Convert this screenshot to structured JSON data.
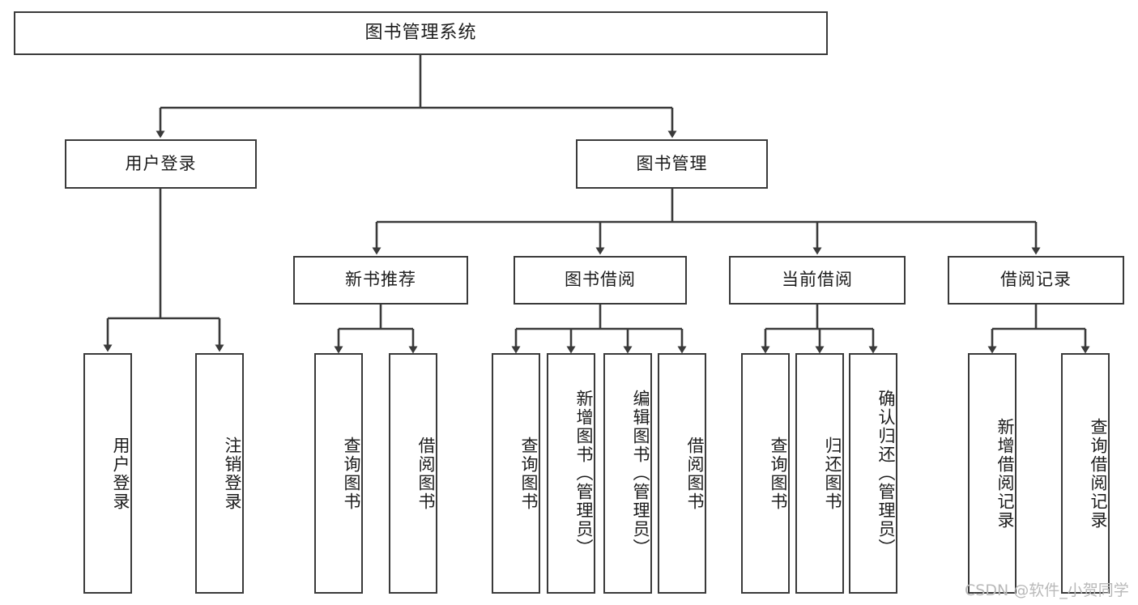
{
  "diagram": {
    "title": "图书管理系统",
    "watermark": "CSDN @软件_小贺同学",
    "line_color": "#3a3a3a",
    "text_color": "#1c1c1c",
    "background": "#ffffff",
    "watermark_color": "#b9b9b9"
  },
  "nodes": {
    "root": {
      "label": "图书管理系统"
    },
    "level2": [
      {
        "id": "user-login",
        "label": "用户登录"
      },
      {
        "id": "book-manage",
        "label": "图书管理"
      }
    ],
    "level3": [
      {
        "id": "new-book-recommend",
        "label": "新书推荐"
      },
      {
        "id": "book-borrow",
        "label": "图书借阅"
      },
      {
        "id": "current-borrow",
        "label": "当前借阅"
      },
      {
        "id": "borrow-record",
        "label": "借阅记录"
      }
    ],
    "leaves": {
      "user_login": [
        {
          "id": "leaf-user-login",
          "label": "用户登录"
        },
        {
          "id": "leaf-logout-login",
          "label": "注销登录"
        }
      ],
      "new_book_recommend": [
        {
          "id": "leaf-query-book-1",
          "label": "查询图书"
        },
        {
          "id": "leaf-borrow-book-1",
          "label": "借阅图书"
        }
      ],
      "book_borrow": [
        {
          "id": "leaf-query-book-2",
          "label": "查询图书"
        },
        {
          "id": "leaf-add-book",
          "label": "新增图书（管理员）"
        },
        {
          "id": "leaf-edit-book",
          "label": "编辑图书（管理员）"
        },
        {
          "id": "leaf-borrow-book-2",
          "label": "借阅图书"
        }
      ],
      "current_borrow": [
        {
          "id": "leaf-query-book-3",
          "label": "查询图书"
        },
        {
          "id": "leaf-return-book",
          "label": "归还图书"
        },
        {
          "id": "leaf-confirm-return",
          "label": "确认归还（管理员）"
        }
      ],
      "borrow_record": [
        {
          "id": "leaf-add-record",
          "label": "新增借阅记录"
        },
        {
          "id": "leaf-query-record",
          "label": "查询借阅记录"
        }
      ]
    }
  }
}
